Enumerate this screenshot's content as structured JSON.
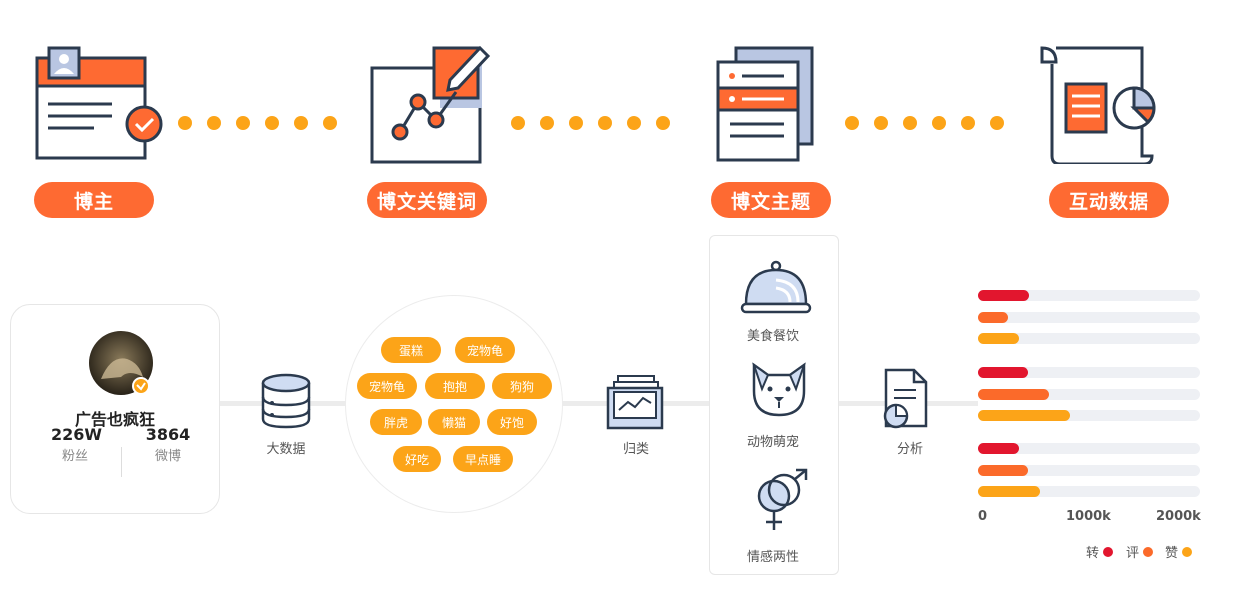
{
  "steps": [
    {
      "label": "博主"
    },
    {
      "label": "博文关键词"
    },
    {
      "label": "博文主题"
    },
    {
      "label": "互动数据"
    }
  ],
  "profile": {
    "name": "广告也疯狂",
    "fans_value": "226W",
    "fans_label": "粉丝",
    "posts_value": "3864",
    "posts_label": "微博"
  },
  "bigdata_label": "大数据",
  "keywords": [
    "蛋糕",
    "宠物龟",
    "宠物龟",
    "抱抱",
    "狗狗",
    "胖虎",
    "懒猫",
    "好饱",
    "好吃",
    "早点睡"
  ],
  "classify_label": "归类",
  "topics": [
    "美食餐饮",
    "动物萌宠",
    "情感两性"
  ],
  "analyze_label": "分析",
  "colors": {
    "primary": "#fe6a32",
    "accent": "#fca418",
    "red": "#e2162e",
    "orange": "#fb6a2a",
    "yellow": "#fca418"
  },
  "chart_data": {
    "type": "bar",
    "orientation": "horizontal",
    "categories": [
      "美食餐饮",
      "动物萌宠",
      "情感两性"
    ],
    "series": [
      {
        "name": "转",
        "values": [
          460,
          450,
          370
        ]
      },
      {
        "name": "评",
        "values": [
          270,
          640,
          450
        ]
      },
      {
        "name": "赞",
        "values": [
          370,
          830,
          560
        ]
      }
    ],
    "xlim": [
      0,
      2000
    ],
    "xticks": [
      "0",
      "1000k",
      "2000k"
    ],
    "legend": "bottom-right",
    "legend_labels": [
      "转",
      "评",
      "赞"
    ]
  }
}
